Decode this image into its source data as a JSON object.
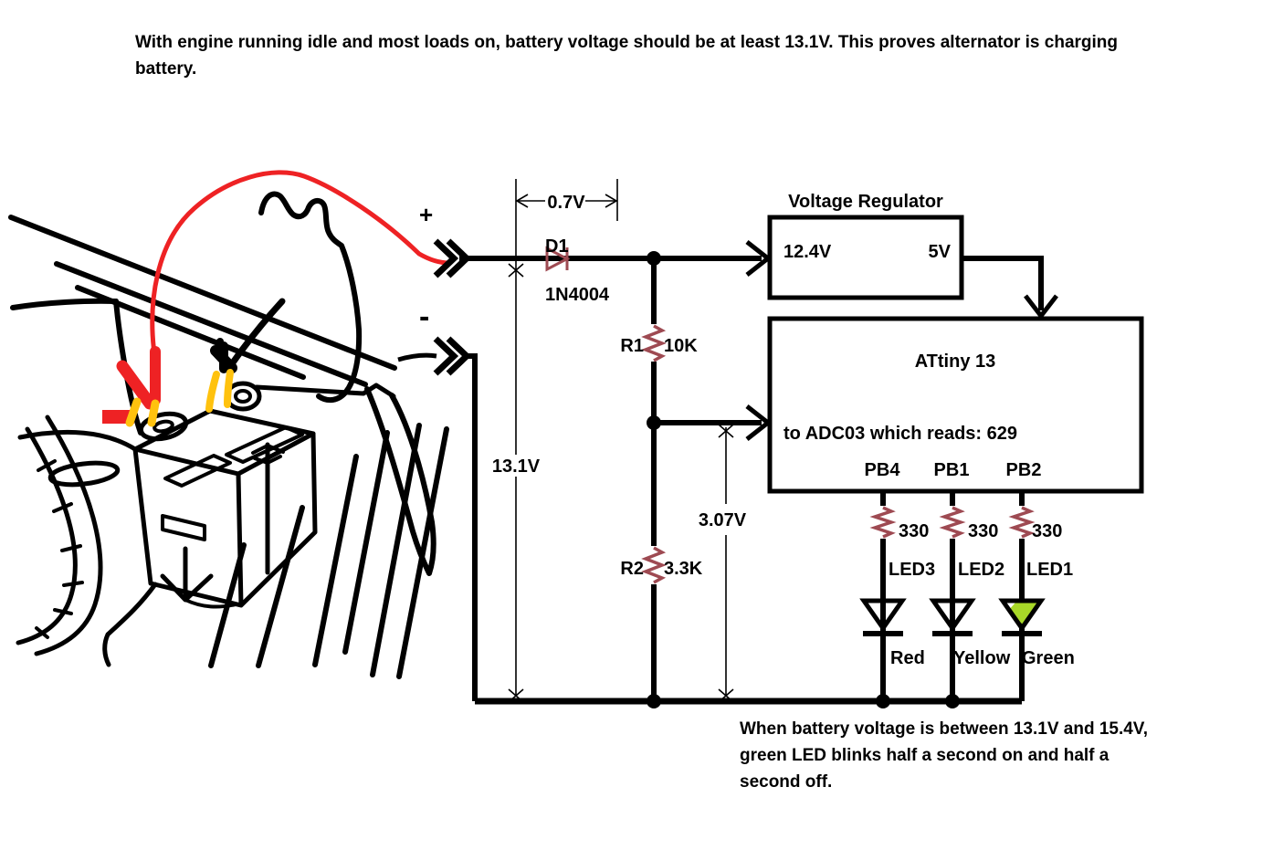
{
  "header": {
    "note_line1": "With engine running idle and most loads on, battery voltage should be at least 13.1V. This proves alternator is charging",
    "note_line2": "battery."
  },
  "connectors": {
    "plus": "+",
    "minus": "-"
  },
  "measurements": {
    "diode_drop": "0.7V",
    "battery_voltage": "13.1V",
    "divider_voltage": "3.07V"
  },
  "diode": {
    "ref": "D1",
    "part": "1N4004"
  },
  "resistors": {
    "r1_ref": "R1",
    "r1_val": "10K",
    "r2_ref": "R2",
    "r2_val": "3.3K"
  },
  "regulator": {
    "title": "Voltage Regulator",
    "input": "12.4V",
    "output": "5V"
  },
  "mcu": {
    "name": "ATtiny 13",
    "adc_note": "to ADC03 which reads: 629",
    "pins": [
      "PB4",
      "PB1",
      "PB2"
    ]
  },
  "led_branches": [
    {
      "resistor": "330",
      "led": "LED3",
      "color_label": "Red"
    },
    {
      "resistor": "330",
      "led": "LED2",
      "color_label": "Yellow"
    },
    {
      "resistor": "330",
      "led": "LED1",
      "color_label": "Green"
    }
  ],
  "footer": {
    "line1": "When battery voltage is between 13.1V and 15.4V,",
    "line2": "green LED blinks half a second on and half a",
    "line3": "second off."
  },
  "colors": {
    "wire": "#000000",
    "component_maroon": "#9e4a52",
    "cable_red": "#ee2224",
    "clamp_yellow": "#ffc20e",
    "led_green_fill": "#a8d828"
  }
}
